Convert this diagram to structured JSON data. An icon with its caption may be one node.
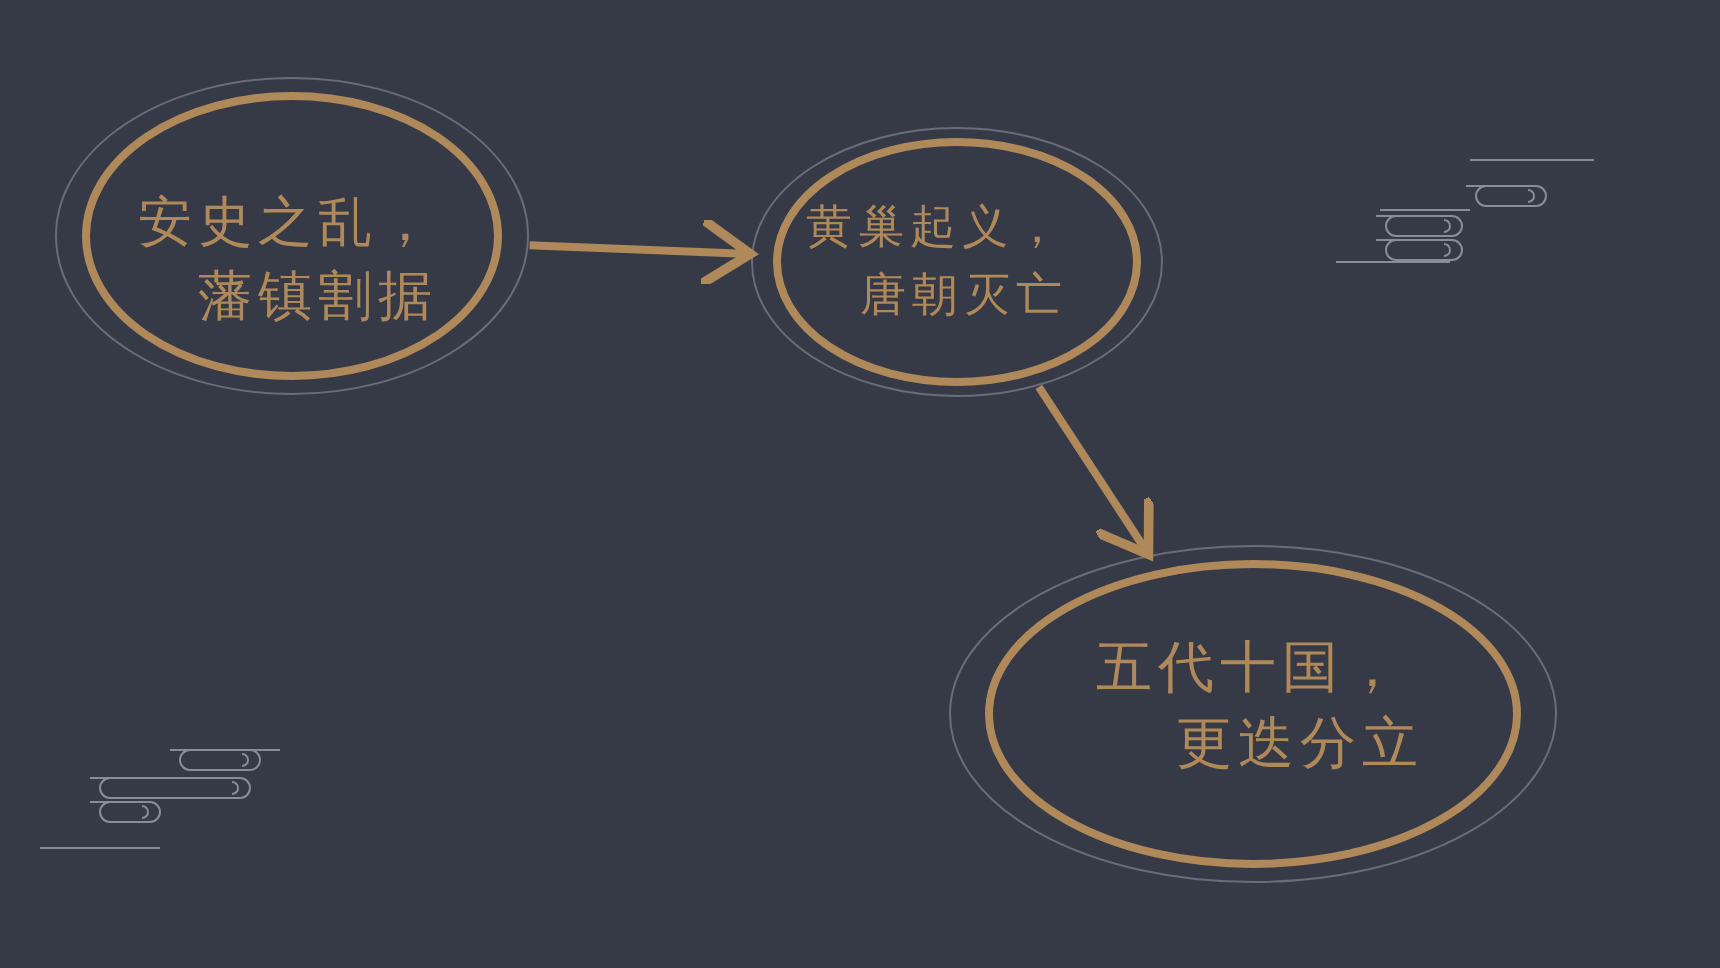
{
  "diagram": {
    "nodes": [
      {
        "text": [
          "安史之乱，",
          "藩镇割据"
        ]
      },
      {
        "text": [
          "黄巢起义，",
          "唐朝灭亡"
        ]
      },
      {
        "text": [
          "五代十国，",
          "更迭分立"
        ]
      }
    ],
    "edges": [
      {
        "from": 0,
        "to": 1,
        "arrow": "to"
      },
      {
        "from": 1,
        "to": 2,
        "arrow": "to"
      }
    ]
  }
}
